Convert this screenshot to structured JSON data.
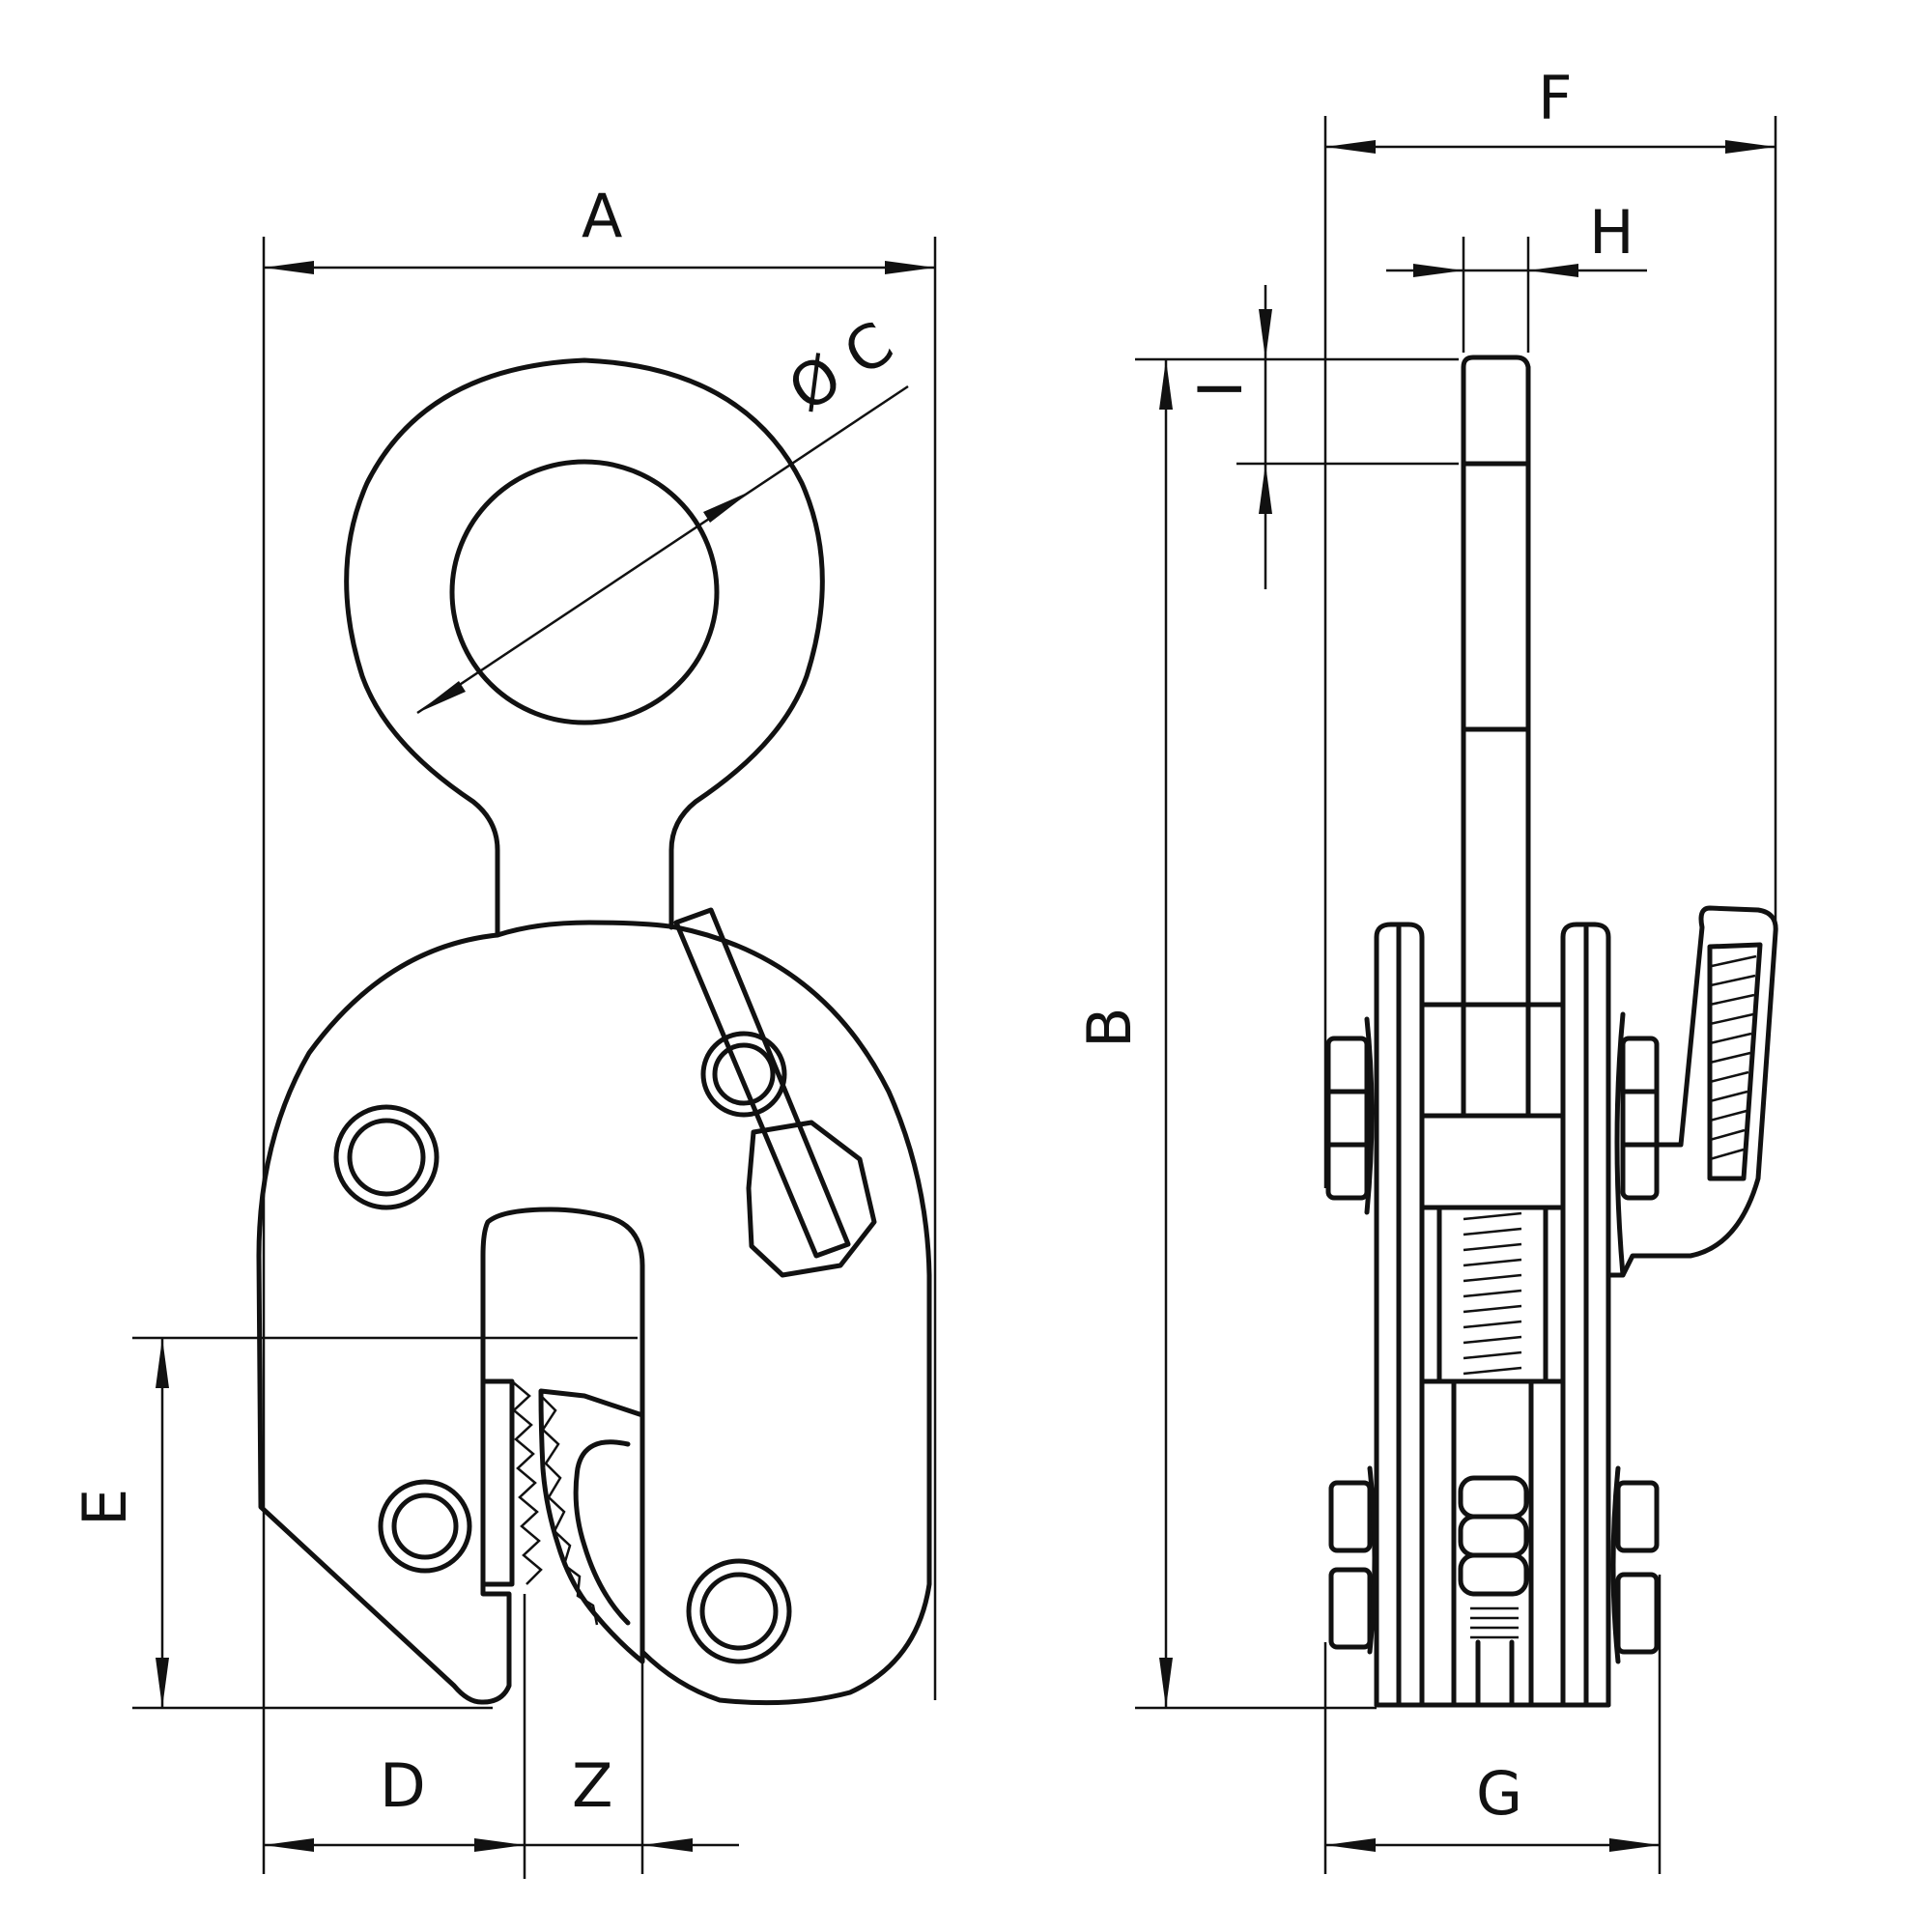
{
  "labels": {
    "A": "A",
    "B": "B",
    "C": "Ø C",
    "D": "D",
    "E": "E",
    "F": "F",
    "G": "G",
    "H": "H",
    "I": "I",
    "Z": "Z"
  },
  "colors": {
    "line": "#111111",
    "background": "#ffffff"
  }
}
